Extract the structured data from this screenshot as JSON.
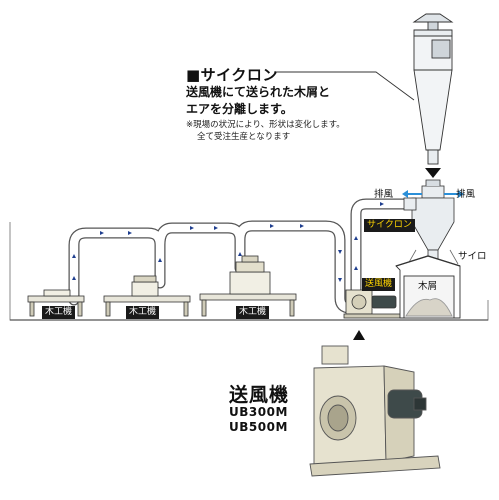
{
  "cyclone_section": {
    "title": "■サイクロン",
    "description_line1": "送風機にて送られた木屑と",
    "description_line2": "エアを分離します。",
    "note_line1": "※現場の状況により、形状は変化します。",
    "note_line2": "全て受注生産となります"
  },
  "diagram_labels": {
    "exhaust_left": "排風",
    "exhaust_right": "排風",
    "cyclone_tag": "サイクロン",
    "silo": "サイロ",
    "wood_chips": "木屑",
    "blower_tag": "送風機",
    "woodworking_machine_1": "木工機",
    "woodworking_machine_2": "木工機",
    "woodworking_machine_3": "木工機"
  },
  "blower_section": {
    "title": "送風機",
    "model_1": "UB300M",
    "model_2": "UB500M"
  },
  "colors": {
    "duct_fill": "#ffffff",
    "duct_stroke": "#444444",
    "airflow_arrow": "#1f3f8f",
    "exhaust_arrow": "#2b8fd8",
    "machine_body": "#f1efe4",
    "blower_body": "#e6e2cf",
    "motor": "#3e4a4a"
  }
}
